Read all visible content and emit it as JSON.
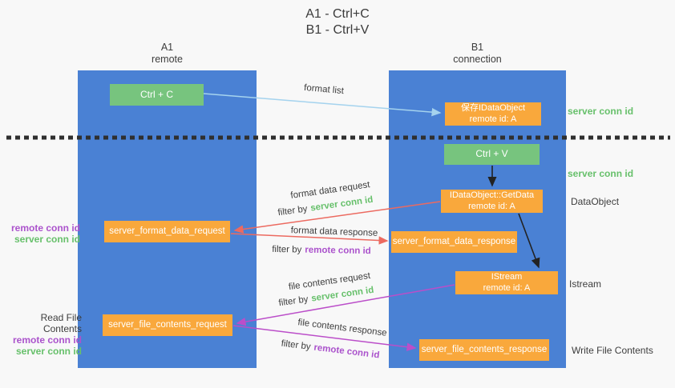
{
  "title": {
    "line1": "A1 - Ctrl+C",
    "line2": "B1 - Ctrl+V"
  },
  "lifelines": {
    "a1": {
      "id": "A1",
      "role": "remote"
    },
    "b1": {
      "id": "B1",
      "role": "connection"
    }
  },
  "nodes": {
    "ctrl_c": "Ctrl + C",
    "ctrl_v": "Ctrl + V",
    "save_idataobject_line1": "保存IDataObject",
    "save_idataobject_line2": "remote id: A",
    "getdata_line1": "IDataObject::GetData",
    "getdata_line2": "remote id: A",
    "istream_line1": "IStream",
    "istream_line2": "remote id: A",
    "format_request": "server_format_data_request",
    "format_response": "server_format_data_response",
    "file_request": "server_file_contents_request",
    "file_response": "server_file_contents_response"
  },
  "arrows": {
    "format_list": "format list",
    "format_data_request": "format data request",
    "format_data_response": "format data response",
    "file_contents_request": "file contents request",
    "file_contents_response": "file contents response",
    "filter_by": "filter by",
    "server_conn_id": "server conn id",
    "remote_conn_id": "remote conn id"
  },
  "side_labels": {
    "right_server_conn_id_top": "server conn id",
    "right_server_conn_id_mid": "server conn id",
    "right_dataobject": "DataObject",
    "right_istream": "Istream",
    "right_write_file_contents": "Write File Contents",
    "left_remote_conn_id_1": "remote conn id",
    "left_server_conn_id_1": "server conn id",
    "left_read_file_contents": "Read File Contents",
    "left_remote_conn_id_2": "remote conn id",
    "left_server_conn_id_2": "server conn id"
  },
  "colors": {
    "background": "#f8f8f8",
    "lifeline_blue": "#4a81d4",
    "box_green": "#77c47e",
    "box_orange": "#f9a83c",
    "arrow_light_blue": "#a5d3ee",
    "arrow_red": "#ec6a60",
    "arrow_magenta": "#bb4ec9",
    "arrow_black": "#222222",
    "text_green": "#67c06b",
    "text_purple": "#ab53cc",
    "text_dark": "#3d3d3d"
  }
}
